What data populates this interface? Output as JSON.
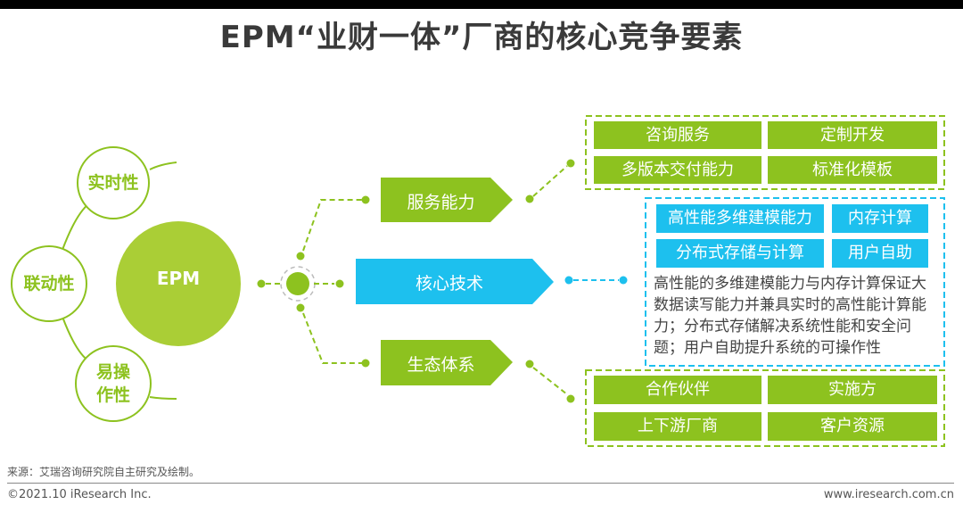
{
  "title": "EPM“业财一体”厂商的核心竞争要素",
  "center": {
    "label": "EPM"
  },
  "properties": [
    {
      "label": "实时性"
    },
    {
      "label": "联动性"
    },
    {
      "label": "易操\n作性"
    }
  ],
  "branches": [
    {
      "label": "服务能力",
      "color": "#8dc21f",
      "items": [
        "咨询服务",
        "定制开发",
        "多版本交付能力",
        "标准化模板"
      ]
    },
    {
      "label": "核心技术",
      "color": "#1dc0ee",
      "items": [
        "高性能多维建模能力",
        "内存计算",
        "分布式存储与计算",
        "用户自助"
      ],
      "description": "高性能的多维建模能力与内存计算保证大数据读写能力并兼具实时的高性能计算能力；分布式存储解决系统性能和安全问题；用户自助提升系统的可操作性"
    },
    {
      "label": "生态体系",
      "color": "#8dc21f",
      "items": [
        "合作伙伴",
        "实施方",
        "上下游厂商",
        "客户资源"
      ]
    }
  ],
  "footer": {
    "source": "来源：艾瑞咨询研究院自主研究及绘制。",
    "copyright": "©2021.10 iResearch Inc.",
    "website": "www.iresearch.com.cn"
  },
  "colors": {
    "green": "#8dc21f",
    "blue": "#1dc0ee",
    "title": "#3a3a3a"
  }
}
